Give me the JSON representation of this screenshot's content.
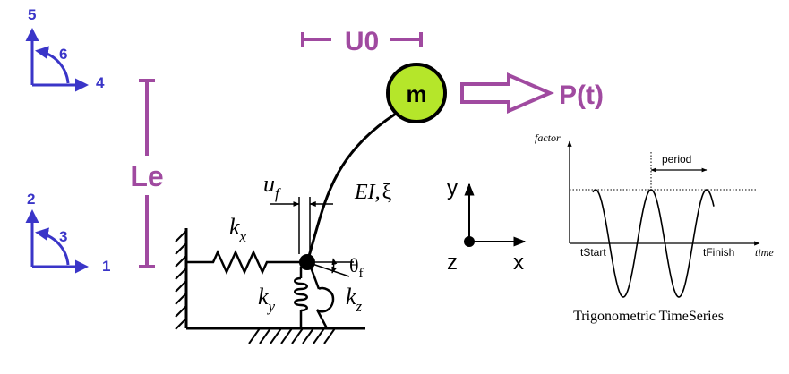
{
  "colors": {
    "dof_blue": "#3a35c8",
    "purple": "#a04aa0",
    "mass_green": "#b5e62a",
    "line_black": "#000000"
  },
  "dof_top": {
    "x_label": "4",
    "y_label": "5",
    "rot_label": "6"
  },
  "dof_bottom": {
    "x_label": "1",
    "y_label": "2",
    "rot_label": "3"
  },
  "length_label": "Le",
  "offset_label": "U0",
  "mass_label": "m",
  "load_label": "P(t)",
  "element_label": {
    "main": "EI,",
    "xi": "ξ"
  },
  "axes": {
    "x": "x",
    "y": "y",
    "z": "z"
  },
  "spring_x": {
    "letter": "k",
    "sub": "x"
  },
  "spring_y": {
    "letter": "k",
    "sub": "y"
  },
  "spring_z": {
    "letter": "k",
    "sub": "z"
  },
  "u_f": {
    "letter": "u",
    "sub": "f"
  },
  "theta_f": {
    "letter": "θ",
    "sub": "f"
  },
  "timeseries": {
    "y_axis_label": "factor",
    "x_axis_label": "time",
    "period_label": "period",
    "start_label": "tStart",
    "finish_label": "tFinish",
    "caption": "Trigonometric TimeSeries"
  }
}
